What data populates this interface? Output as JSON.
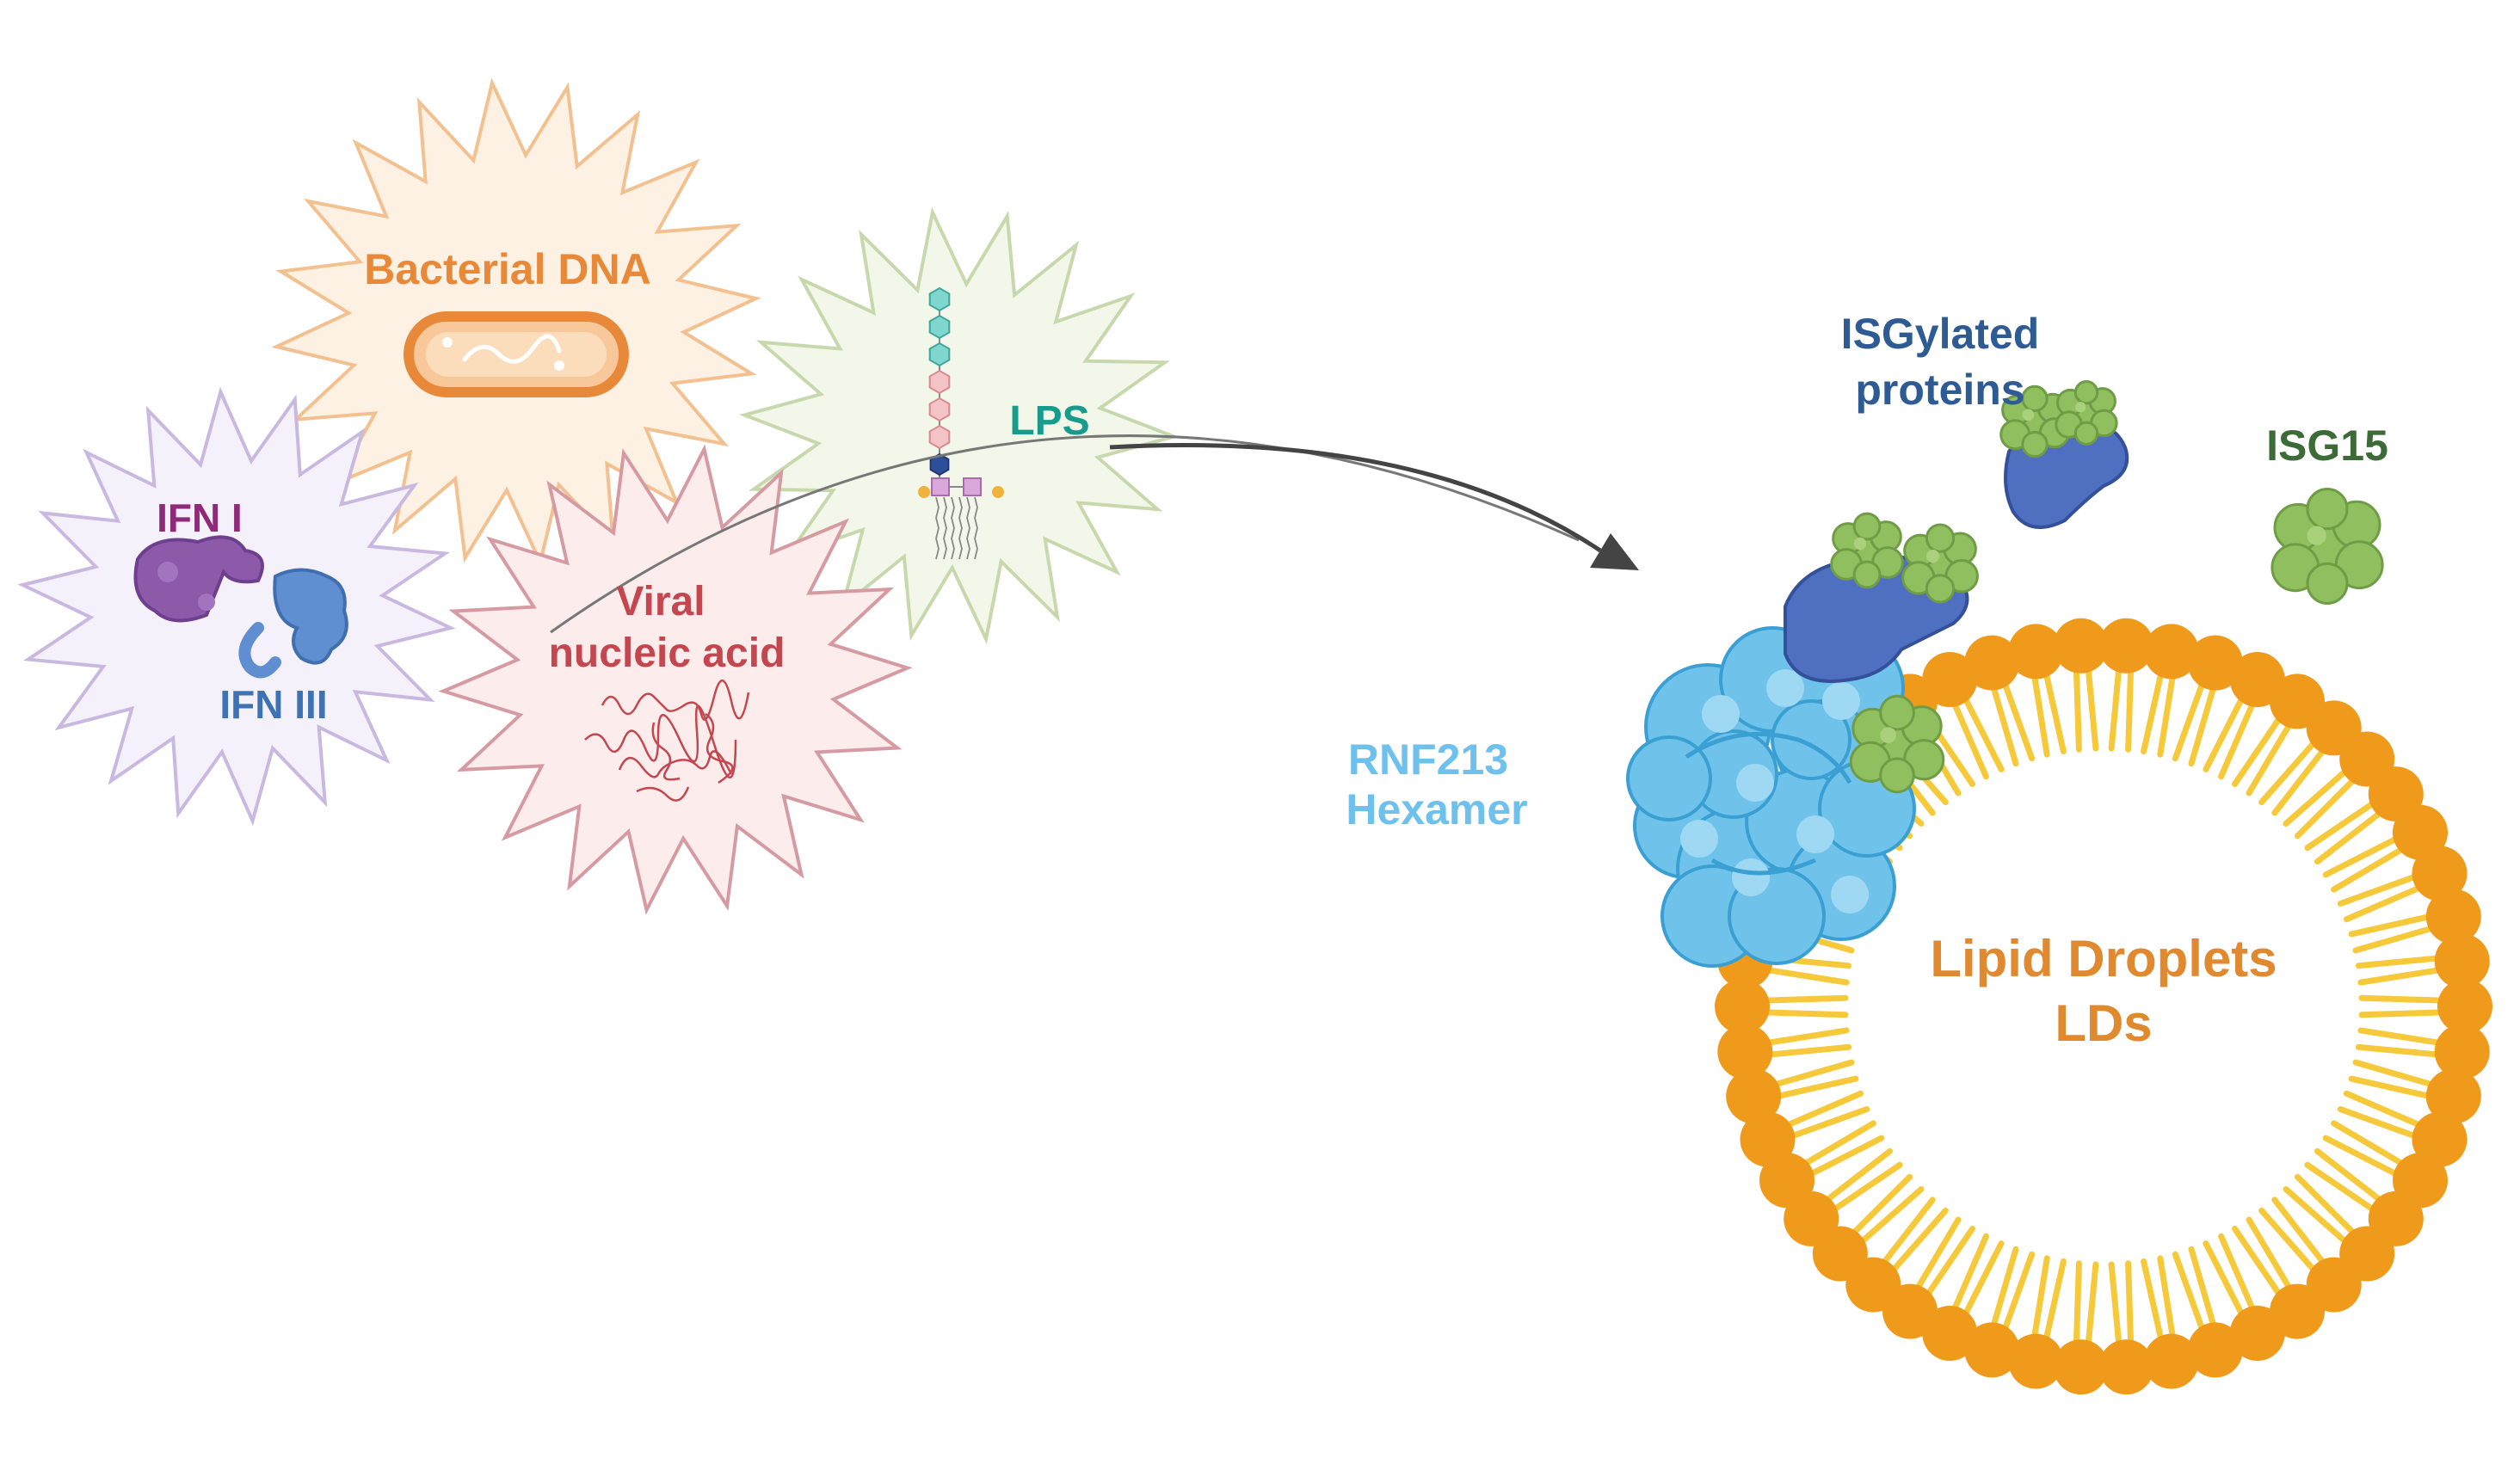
{
  "stimuli": {
    "bacterial_dna": {
      "label": "Bacterial DNA",
      "color": "#e8893a",
      "fill": "#fdf1e3",
      "stroke": "#f3c08f"
    },
    "lps": {
      "label": "LPS",
      "color": "#169b8c",
      "fill": "#f3f7ea",
      "stroke": "#c8d8ad"
    },
    "ifn": {
      "label_1": "IFN I",
      "label_3": "IFN III",
      "color_1": "#8e2a78",
      "color_3": "#3d73b5",
      "fill": "#f5f1fa",
      "stroke": "#c9b8e0"
    },
    "viral": {
      "label_line1": "Viral",
      "label_line2": "nucleic acid",
      "color": "#c4464e",
      "fill": "#fcecec",
      "stroke": "#d59aa2"
    }
  },
  "targets": {
    "isgylated": {
      "label_line1": "ISGylated",
      "label_line2": "proteins",
      "color": "#2f5b95"
    },
    "isg15": {
      "label": "ISG15",
      "color": "#3d6b37"
    },
    "rnf213": {
      "label_line1": "RNF213",
      "label_line2": "Hexamer",
      "color": "#6ec1ec"
    },
    "lipid_droplet": {
      "label_line1": "Lipid Droplets",
      "label_line2": "LDs",
      "color": "#e0892f"
    }
  },
  "colors": {
    "lipid_head": "#ef9a1a",
    "lipid_tail": "#f5c93a",
    "arrow": "#444444",
    "protein_blue": "#4f6fc0",
    "protein_green": "#8fbf5e",
    "rnf213_fill": "#6fc3ea",
    "rnf213_stroke": "#3a9fd3"
  }
}
